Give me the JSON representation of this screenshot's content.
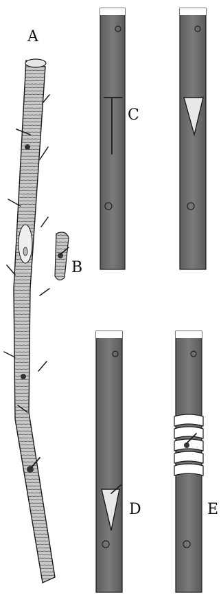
{
  "labels": {
    "a": "A",
    "b": "B",
    "c": "C",
    "d": "D",
    "e": "E"
  },
  "colors": {
    "bark_light": "#c9c9c9",
    "bark_dark": "#6f6f6f",
    "ink": "#1a1a1a",
    "wrap": "#ffffff",
    "cut_cambium": "#e8e8e8"
  }
}
